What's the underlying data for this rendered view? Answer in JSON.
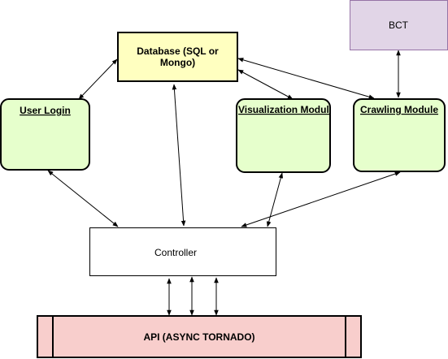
{
  "nodes": {
    "database": {
      "line1": "Database (SQL or",
      "line2": "Mongo)",
      "fill": "#ffffc0",
      "stroke": "#000000"
    },
    "bct": {
      "label": "BCT",
      "fill": "#e1d5e7",
      "stroke": "#9673a6"
    },
    "user_login": {
      "label": "User Login",
      "fill": "#e6ffcc",
      "stroke": "#000000"
    },
    "visualization": {
      "label": "Visualization Module",
      "fill": "#e6ffcc",
      "stroke": "#000000"
    },
    "crawling": {
      "label": "Crawling Module",
      "fill": "#e6ffcc",
      "stroke": "#000000"
    },
    "controller": {
      "label": "Controller",
      "fill": "#ffffff",
      "stroke": "#000000"
    },
    "api": {
      "label": "API (ASYNC TORNADO)",
      "fill": "#f8cecc",
      "stroke": "#000000"
    }
  },
  "colors": {
    "edge": "#000000"
  },
  "edges_bidirectional": [
    "user_login-database",
    "database-visualization",
    "database-crawling",
    "bct-crawling",
    "database-controller",
    "user_login-controller",
    "visualization-controller",
    "crawling-controller",
    "controller-api-1",
    "controller-api-2",
    "controller-api-3"
  ]
}
